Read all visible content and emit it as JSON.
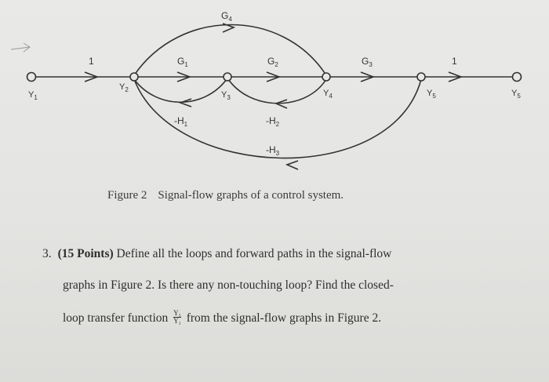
{
  "diagram": {
    "gains": {
      "g4": "G",
      "g4_sub": "4",
      "g1": "G",
      "g1_sub": "1",
      "g2": "G",
      "g2_sub": "2",
      "g3": "G",
      "g3_sub": "3",
      "one_left": "1",
      "one_right": "1",
      "h1": "-H",
      "h1_sub": "1",
      "h2": "-H",
      "h2_sub": "2",
      "h3": "-H",
      "h3_sub": "3"
    },
    "nodes": {
      "y1": "Y",
      "y1_sub": "1",
      "y2": "Y",
      "y2_sub": "2",
      "y3": "Y",
      "y3_sub": "3",
      "y4": "Y",
      "y4_sub": "4",
      "y5a": "Y",
      "y5a_sub": "5",
      "y5b": "Y",
      "y5b_sub": "5"
    }
  },
  "caption": {
    "number": "Figure 2",
    "text": "Signal-flow graphs of a control system."
  },
  "problem": {
    "number": "3.",
    "points": "(15 Points)",
    "line1": "Define all the loops and forward paths in the signal-flow",
    "line2": "graphs in Figure 2. Is there any non-touching loop? Find the closed-",
    "line3_a": "loop transfer function",
    "frac_num": "Y₅",
    "frac_den": "Y₁",
    "line3_b": "from the signal-flow graphs in Figure 2."
  },
  "colors": {
    "ink": "#333333",
    "paper": "#e6e6e4"
  }
}
